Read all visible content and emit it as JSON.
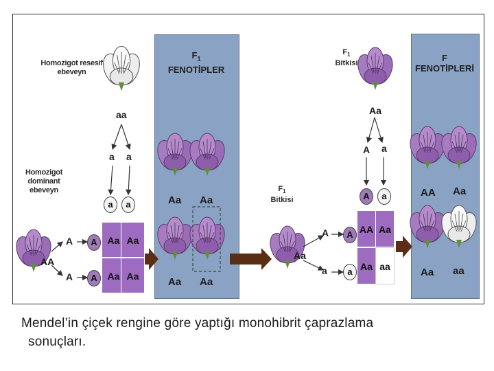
{
  "labels": {
    "homozygous_recessive_parent": [
      "Homozigot resesif",
      "ebeveyn"
    ],
    "homozygous_dominant_parent": [
      "Homozigot",
      "dominant ebeveyn"
    ],
    "f1_panel_title": [
      "F",
      "1",
      "FENOTİPLER"
    ],
    "f1_plant_top": [
      "F",
      "1",
      "Bitkisi"
    ],
    "f1_plant_mid": [
      "F",
      "1",
      "Bitkisi"
    ],
    "f2_panel_title": [
      "F",
      "FENOTİPLERİ"
    ]
  },
  "genotypes": {
    "recessive_parent": "aa",
    "dominant_parent": "AA",
    "f1_top": "Aa",
    "f1_mid": "Aa",
    "f1_phenotypes": [
      "Aa",
      "Aa",
      "Aa",
      "Aa"
    ],
    "f2_phenotypes": [
      "AA",
      "Aa",
      "Aa",
      "aa"
    ]
  },
  "gametes": {
    "recessive_arrow": [
      "a",
      "a"
    ],
    "recessive_circles": [
      "a",
      "a"
    ],
    "dominant_arrow": [
      "A",
      "A"
    ],
    "dominant_circles": [
      "A",
      "A"
    ],
    "f1_top_arrow": [
      "A",
      "a"
    ],
    "f1_top_circles": [
      "A",
      "a"
    ],
    "f1_mid_arrow": [
      "A",
      "a"
    ],
    "f1_mid_circles": [
      "A",
      "a"
    ]
  },
  "punnett1": [
    [
      "Aa",
      "Aa"
    ],
    [
      "Aa",
      "Aa"
    ]
  ],
  "punnett2": [
    [
      "AA",
      "Aa"
    ],
    [
      "Aa",
      "aa"
    ]
  ],
  "caption": [
    "Mendel’in çiçek rengine göre yaptığı monohibrit çaprazlama",
    "sonuçları."
  ]
}
